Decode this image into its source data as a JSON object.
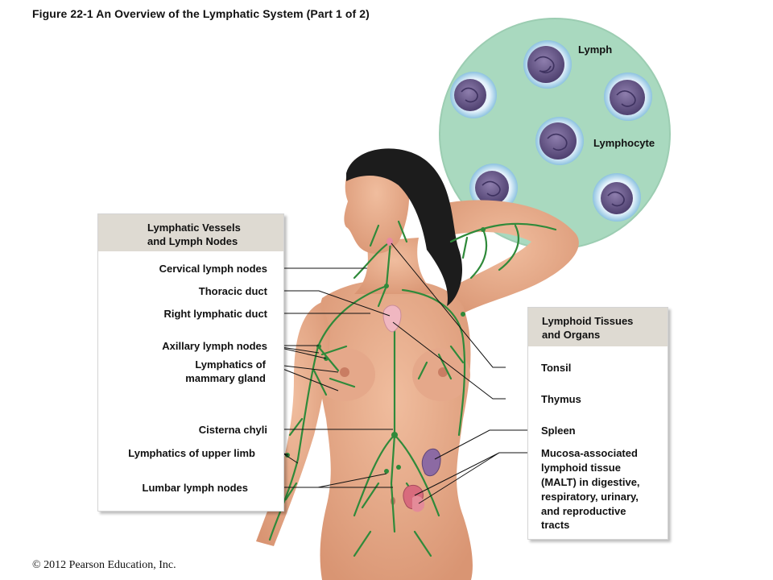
{
  "figure_title": "Figure 22-1  An Overview of the Lymphatic System (Part 1 of 2)",
  "copyright": "© 2012 Pearson Education, Inc.",
  "inset": {
    "lymph_label": "Lymph",
    "lymphocyte_label": "Lymphocyte"
  },
  "left_panel": {
    "title_line1": "Lymphatic Vessels",
    "title_line2": "and Lymph Nodes",
    "labels": {
      "cervical": "Cervical lymph nodes",
      "thoracic": "Thoracic duct",
      "right_duct": "Right lymphatic duct",
      "axillary": "Axillary lymph nodes",
      "mammary_1": "Lymphatics of",
      "mammary_2": "mammary gland",
      "cisterna": "Cisterna chyli",
      "upper_limb": "Lymphatics of upper limb",
      "lumbar": "Lumbar lymph nodes"
    }
  },
  "right_panel": {
    "title_line1": "Lymphoid Tissues",
    "title_line2": "and Organs",
    "labels": {
      "tonsil": "Tonsil",
      "thymus": "Thymus",
      "spleen": "Spleen",
      "malt_1": "Mucosa-associated",
      "malt_2": "lymphoid tissue",
      "malt_3": "(MALT) in digestive,",
      "malt_4": "respiratory, urinary,",
      "malt_5": "and reproductive",
      "malt_6": "tracts"
    }
  },
  "colors": {
    "skin": "#e9b08f",
    "skin_shadow": "#d3906d",
    "hair": "#1c1c1c",
    "lymph_vessel": "#2f8a3a",
    "inset_bg": "#a9d9bf",
    "lymphocyte_nucleus": "#6a5a88",
    "panel_header": "#dedad2"
  }
}
